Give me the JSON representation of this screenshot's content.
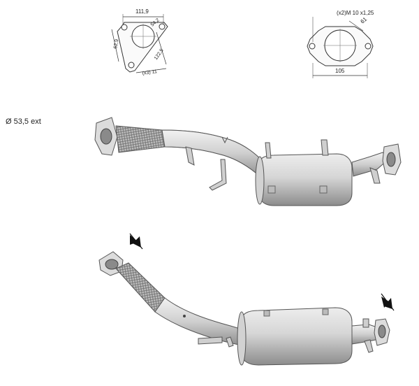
{
  "outer_diameter_note": "Ø 53,5 ext",
  "flange_triangle": {
    "width": "111,9",
    "bore": "54,2",
    "side_height": "62,9",
    "diagonal": "122,5",
    "holes": "(x3)  11"
  },
  "flange_oval": {
    "bolts": "(x2)M  10  x1,25",
    "bore": "61",
    "width": "105"
  },
  "colors": {
    "metal_light": "#e4e4e4",
    "metal_mid": "#c9c9c9",
    "metal_dark": "#9a9a9a",
    "outline": "#555555"
  }
}
